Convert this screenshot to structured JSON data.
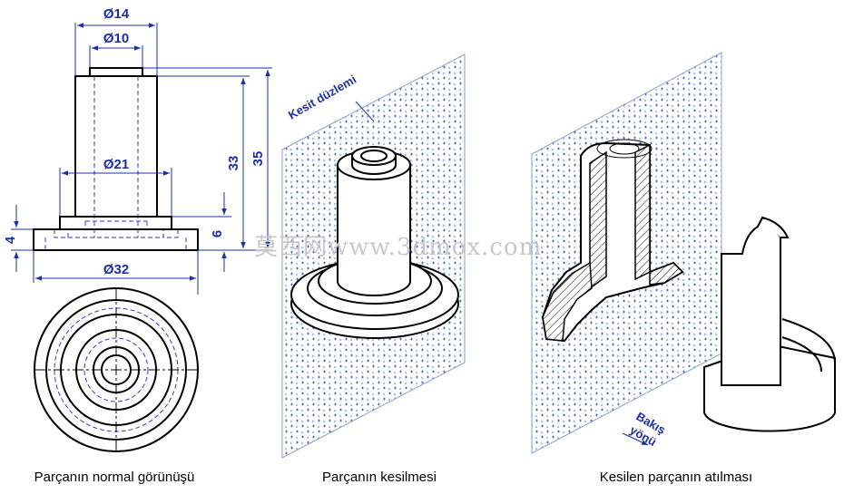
{
  "dimensions": {
    "d14": "Ø14",
    "d10": "Ø10",
    "d21": "Ø21",
    "d32": "Ø32",
    "h33": "33",
    "h35": "35",
    "h4": "4",
    "h6": "6"
  },
  "labels": {
    "cutting_plane": "Kesit düzlemi",
    "view_direction_line1": "Bakış",
    "view_direction_line2": "yönü"
  },
  "captions": {
    "normal_view": "Parçanın normal görünüşü",
    "cutting": "Parçanın kesilmesi",
    "removal": "Kesilen parçanın atılması"
  },
  "watermark": "莫西网www.3dmox.com",
  "colors": {
    "dimension": "#1b2fa8",
    "outline": "#000000",
    "plane_dots": "#3a78c8",
    "plane_cross": "#1f55b4"
  }
}
